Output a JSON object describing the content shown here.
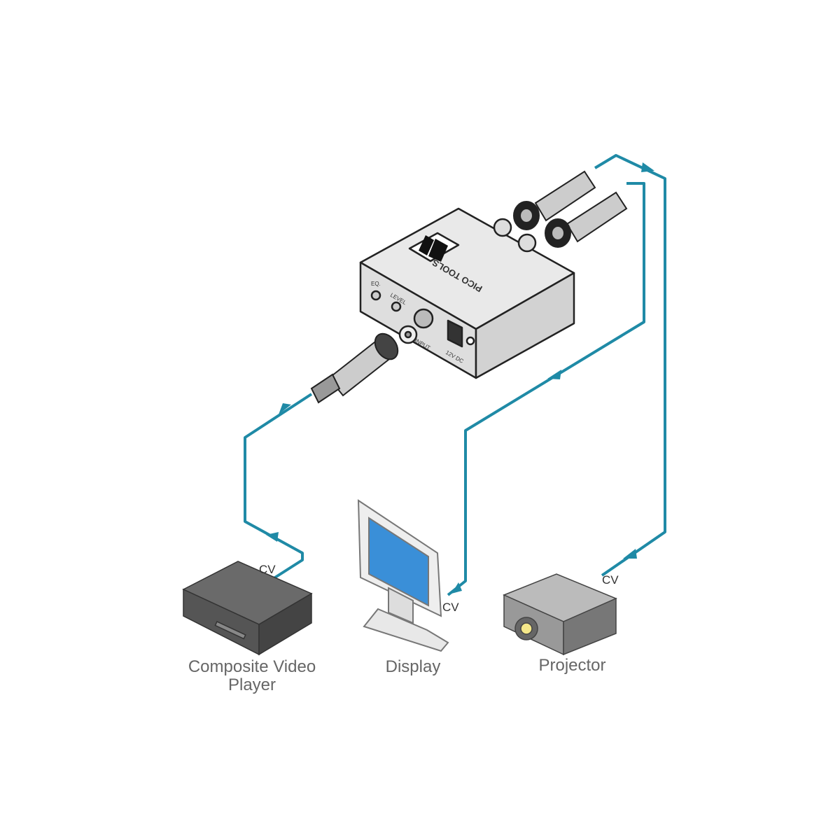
{
  "device": {
    "brand_text": "PICO TOOLS",
    "eq_label": "EQ.",
    "level_label": "LEVEL",
    "input_label": "INPUT",
    "power_label": "12V DC"
  },
  "devices": {
    "player": {
      "label_line1": "Composite Video",
      "label_line2": "Player",
      "signal": "CV"
    },
    "display": {
      "label": "Display",
      "signal": "CV"
    },
    "projector": {
      "label": "Projector",
      "signal": "CV"
    }
  },
  "colors": {
    "cable": "#1f8aa6",
    "device_body": "#e6e6e6",
    "outline": "#222222"
  }
}
